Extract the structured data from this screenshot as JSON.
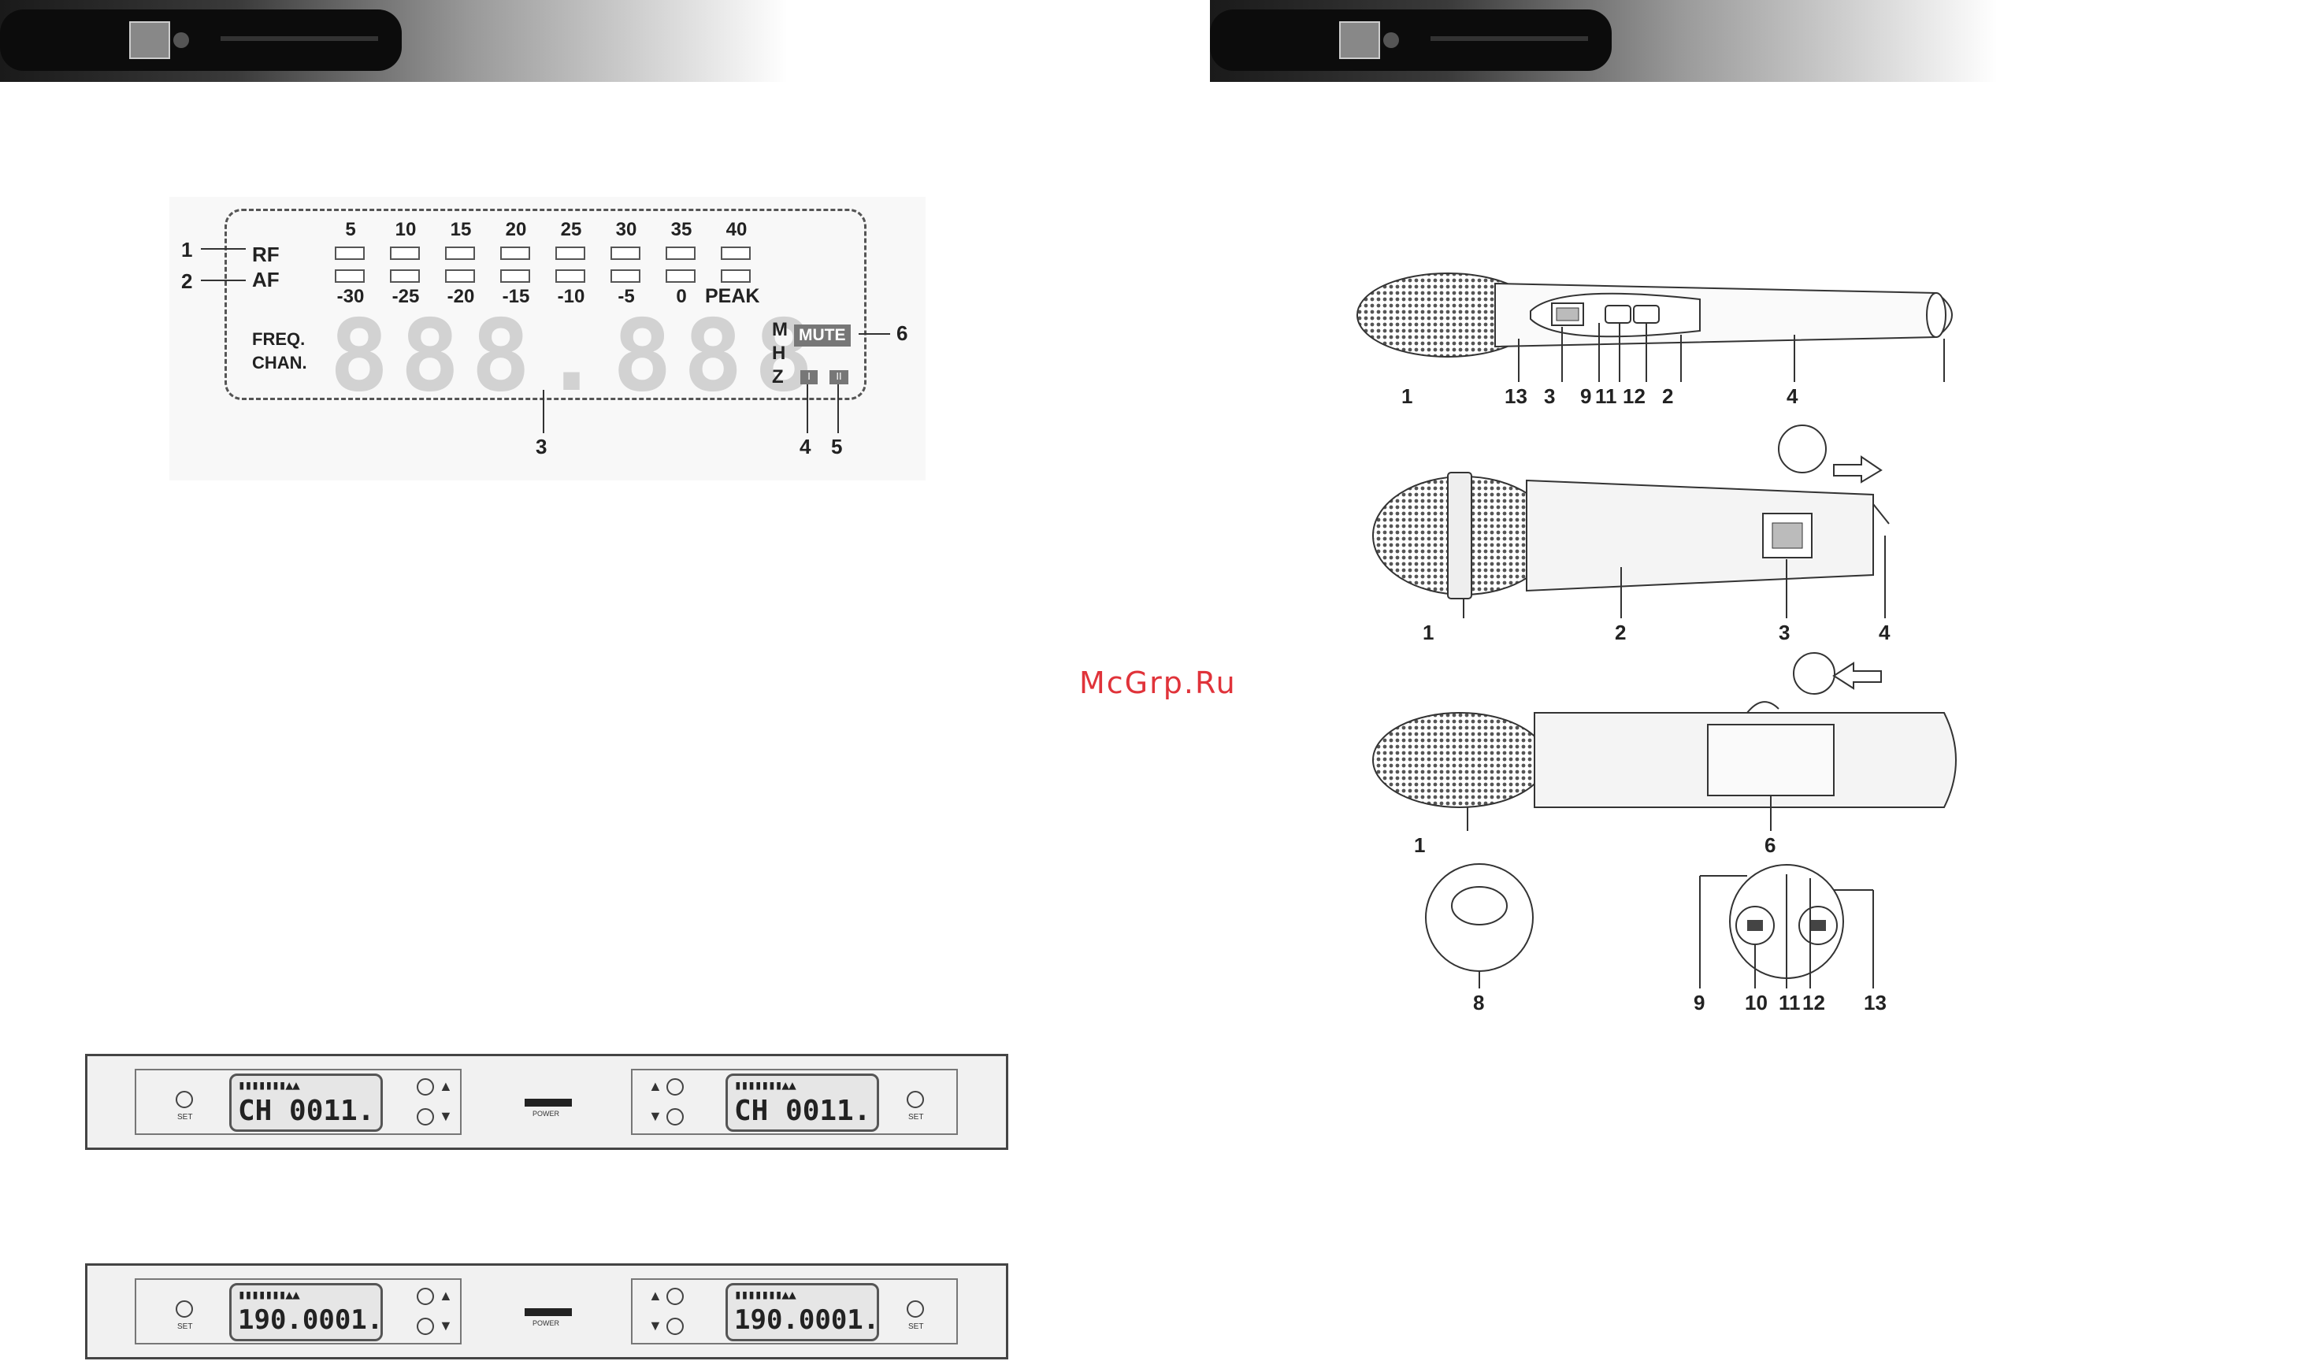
{
  "watermark": "McGrp.Ru",
  "lcd_diagram": {
    "labels": {
      "rf": "RF",
      "af": "AF",
      "freq": "FREQ.",
      "chan": "CHAN.",
      "m": "M",
      "h": "H",
      "z": "Z",
      "mute": "MUTE",
      "peak": "PEAK"
    },
    "rf_scale": [
      "5",
      "10",
      "15",
      "20",
      "25",
      "30",
      "35",
      "40"
    ],
    "af_scale": [
      "-30",
      "-25",
      "-20",
      "-15",
      "-10",
      "-5",
      "0"
    ],
    "digits": "888.888",
    "callouts": {
      "rf": "1",
      "af": "2",
      "digits": "3",
      "ind_a": "4",
      "ind_b": "5",
      "mute": "6"
    },
    "indicators": [
      "I",
      "II"
    ]
  },
  "receiver_panels": [
    {
      "display_text": "CH 0011.",
      "power_label": "POWER",
      "set_left": "SET",
      "set_right": "SET",
      "up": "▲",
      "down": "▼"
    },
    {
      "display_text": "190.0001.",
      "power_label": "POWER",
      "set_left": "SET",
      "set_right": "SET",
      "up": "▲",
      "down": "▼"
    }
  ],
  "mic_diagram": {
    "mic1_callouts": [
      "1",
      "13",
      "3",
      "9",
      "11",
      "12",
      "2",
      "4"
    ],
    "mic2_callouts": [
      "1",
      "2",
      "3",
      "4"
    ],
    "mic3_callouts": [
      "1",
      "6"
    ],
    "bottom_callouts": [
      "8",
      "9",
      "10",
      "11",
      "12",
      "13"
    ]
  }
}
